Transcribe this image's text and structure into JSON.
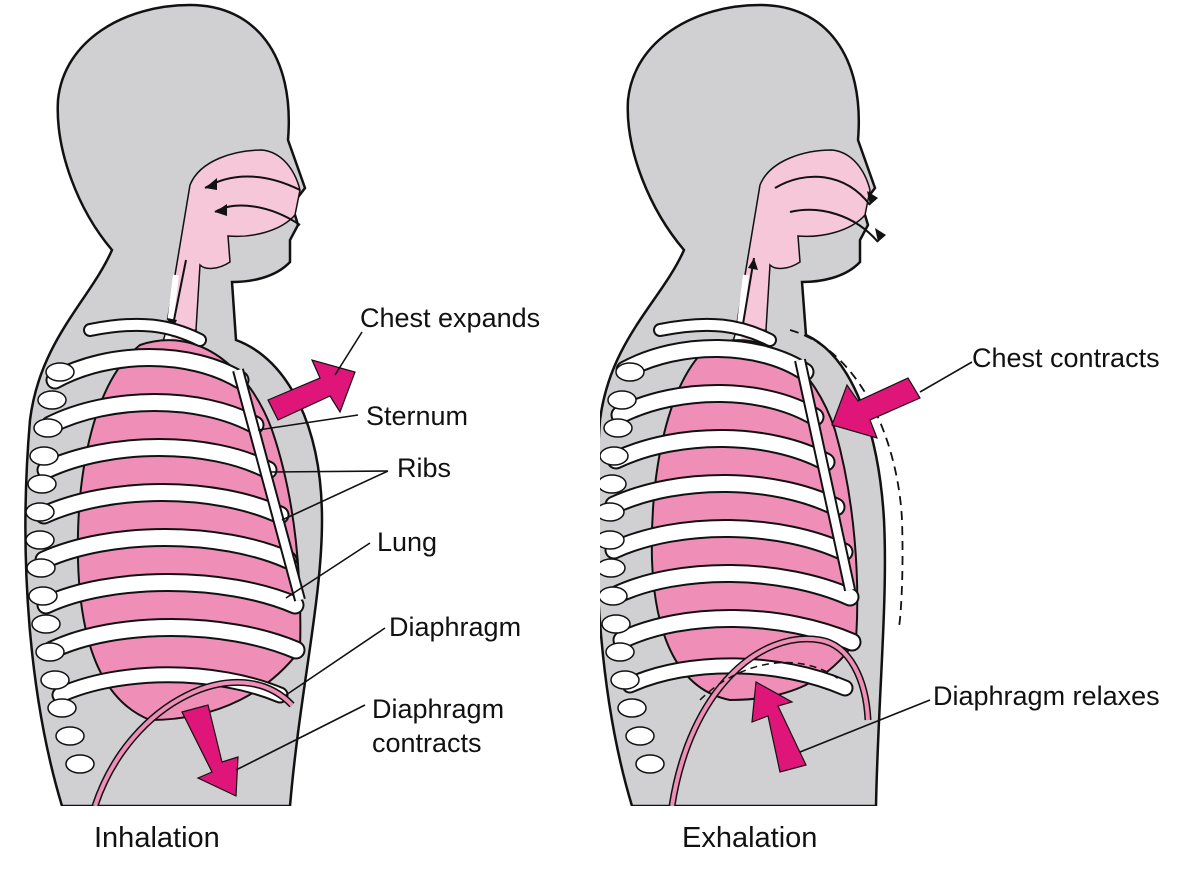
{
  "panels": [
    {
      "caption": "Inhalation",
      "labels": {
        "chest": "Chest expands",
        "sternum": "Sternum",
        "ribs": "Ribs",
        "lung": "Lung",
        "diaphragm": "Diaphragm",
        "diaphragm_action_line1": "Diaphragm",
        "diaphragm_action_line2": "contracts"
      }
    },
    {
      "caption": "Exhalation",
      "labels": {
        "chest": "Chest contracts",
        "diaphragm_action": "Diaphragm relaxes"
      }
    }
  ],
  "colors": {
    "body": "#d0d0d2",
    "lung": "#ef8fb8",
    "airway": "#f6c6d9",
    "arrow": "#e0157a",
    "rib": "#ffffff",
    "outline": "#111111"
  }
}
